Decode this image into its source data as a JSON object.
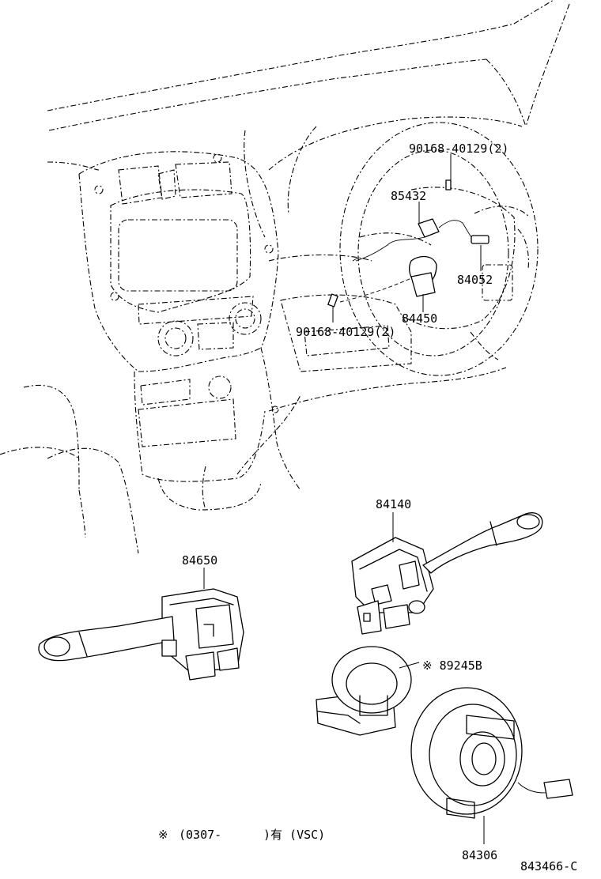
{
  "labels": {
    "bolt_upper": "90168-40129(2)",
    "p85432": "85432",
    "p84052": "84052",
    "p84450": "84450",
    "bolt_lower": "90168-40129(2)",
    "p84140": "84140",
    "p84650": "84650",
    "p89245b": "※ 89245B",
    "p84306": "84306"
  },
  "footnote": {
    "mark": "※",
    "range": "(0307-",
    "condition": ")有 (VSC)"
  },
  "figure_code": "843466-C"
}
